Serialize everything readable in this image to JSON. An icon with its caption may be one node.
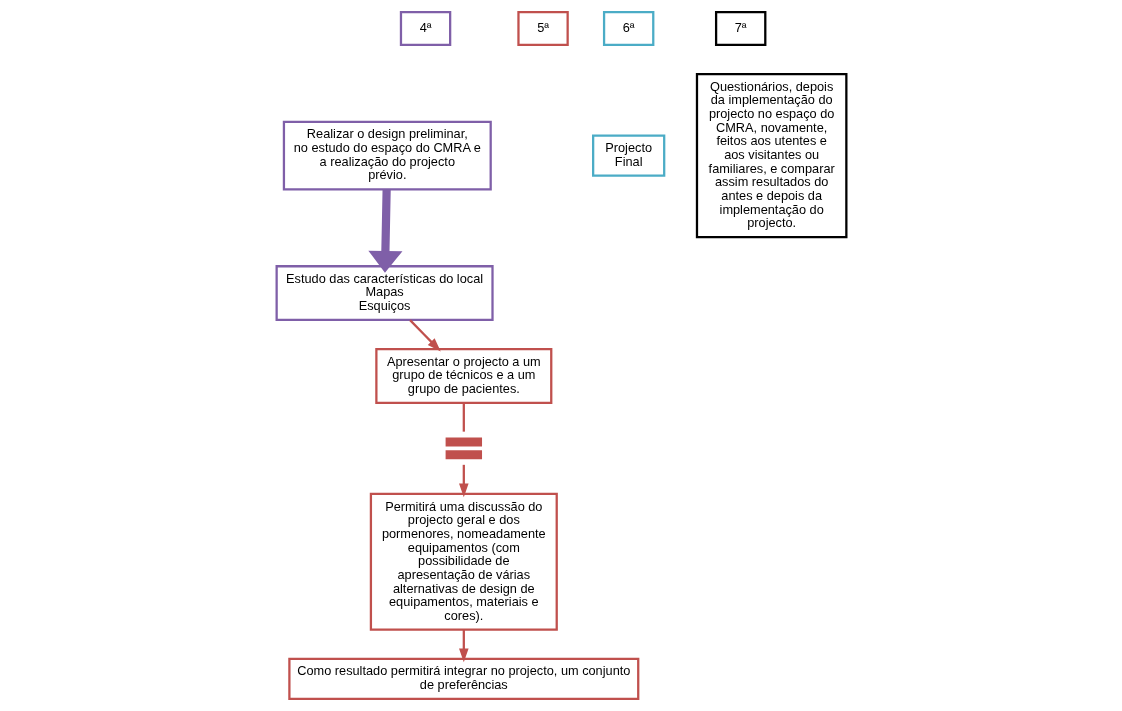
{
  "diagram": {
    "nodes": [
      {
        "text": [
          "4ª"
        ]
      },
      {
        "text": [
          "Realizar o design preliminar, no estudo do espaço do CMRA e a realização do projecto prévio."
        ]
      },
      {
        "text": [
          "Estudo das características do local",
          "Mapas",
          "Esquiços"
        ]
      },
      {
        "text": [
          "5ª"
        ]
      },
      {
        "text": [
          "Apresentar o projecto a um grupo de técnicos e a um grupo de pacientes."
        ]
      },
      {
        "text": [],
        "shape": "bar"
      },
      {
        "text": [
          "Permitirá uma discussão do projecto geral e dos pormenores, nomeadamente equipamentos (com possibilidade de apresentação de várias alternativas de design de equipamentos, materiais e cores)."
        ]
      },
      {
        "text": [
          "Como resultado permitirá integrar no projecto, um conjunto de preferências"
        ]
      },
      {
        "text": [
          "6ª"
        ]
      },
      {
        "text": [
          "Projecto Final"
        ]
      },
      {
        "text": [
          "7ª"
        ]
      },
      {
        "text": [
          "Questionários, depois da implementação do projecto no espaço do CMRA, novamente, feitos aos utentes e aos visitantes ou familiares, e comparar assim resultados do antes e depois da implementação do projecto."
        ]
      }
    ],
    "edges": [
      {
        "from": 1,
        "to": 2,
        "arrow": "to",
        "style": "thick",
        "color": "#7f5fa8"
      },
      {
        "from": 2,
        "to": 4,
        "arrow": "to"
      },
      {
        "from": 4,
        "to": 5,
        "arrow": "none"
      },
      {
        "from": 5,
        "to": 6,
        "arrow": "to"
      },
      {
        "from": 6,
        "to": 7,
        "arrow": "to"
      }
    ]
  }
}
